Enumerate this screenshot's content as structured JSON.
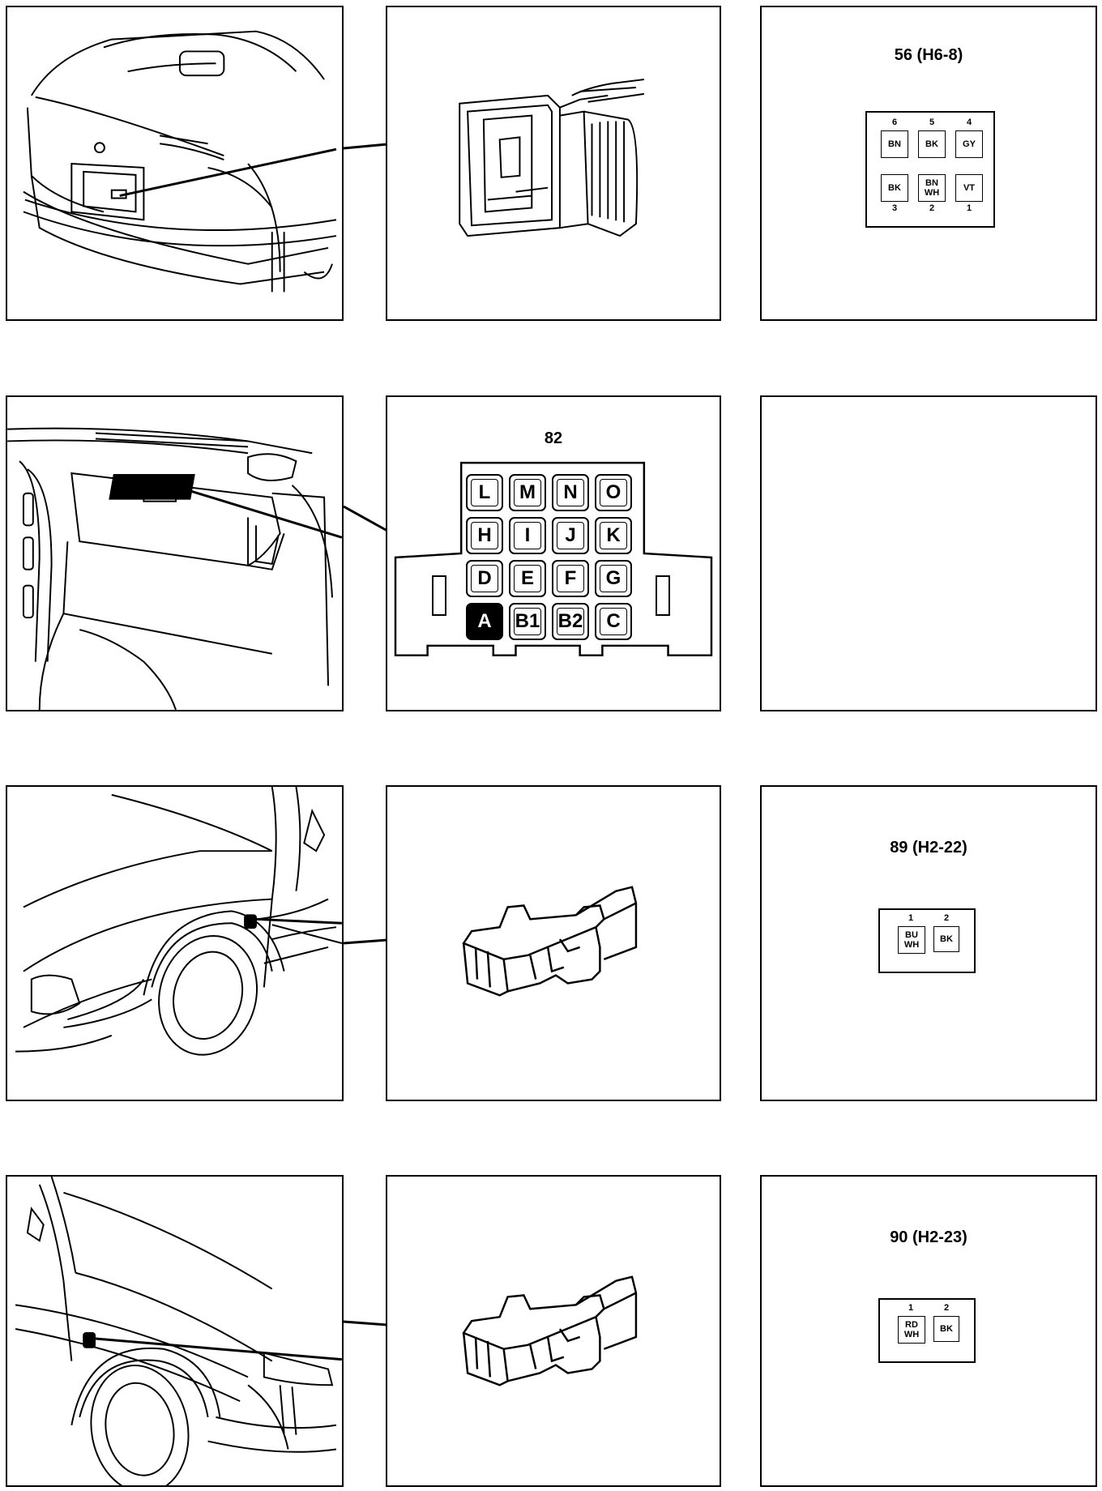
{
  "rows": [
    {
      "connector": {
        "title": "56 (H6-8)",
        "pins": [
          {
            "num": "6",
            "lines": [
              "BN"
            ]
          },
          {
            "num": "5",
            "lines": [
              "BK"
            ]
          },
          {
            "num": "4",
            "lines": [
              "GY"
            ]
          },
          {
            "num": "3",
            "lines": [
              "BK"
            ]
          },
          {
            "num": "2",
            "lines": [
              "BN",
              "WH"
            ]
          },
          {
            "num": "1",
            "lines": [
              "VT"
            ]
          }
        ]
      }
    },
    {
      "connector": {
        "title": "82",
        "cavities": [
          [
            "L",
            "M",
            "N",
            "O"
          ],
          [
            "H",
            "I",
            "J",
            "K"
          ],
          [
            "D",
            "E",
            "F",
            "G"
          ],
          [
            "A",
            "B1",
            "B2",
            "C"
          ]
        ],
        "highlighted": "A"
      }
    },
    {
      "connector": {
        "title": "89 (H2-22)",
        "pins": [
          {
            "num": "1",
            "lines": [
              "BU",
              "WH"
            ]
          },
          {
            "num": "2",
            "lines": [
              "BK"
            ]
          }
        ]
      }
    },
    {
      "connector": {
        "title": "90 (H2-23)",
        "pins": [
          {
            "num": "1",
            "lines": [
              "RD",
              "WH"
            ]
          },
          {
            "num": "2",
            "lines": [
              "BK"
            ]
          }
        ]
      }
    }
  ]
}
